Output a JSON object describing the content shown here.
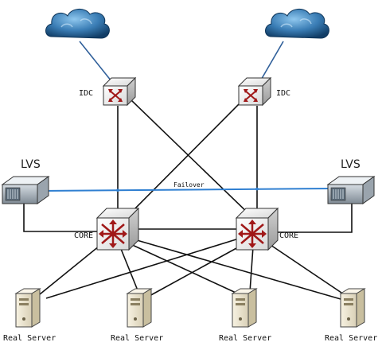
{
  "labels": {
    "idc_left": "IDC",
    "idc_right": "IDC",
    "lvs_left": "LVS",
    "lvs_right": "LVS",
    "core_left": "CORE",
    "core_right": "CORE",
    "failover": "Failover",
    "server_1": "Real Server",
    "server_2": "Real Server",
    "server_3": "Real Server",
    "server_4": "Real Server"
  },
  "colors": {
    "uplink": "#2f5f9a",
    "failover": "#2f7fd1",
    "line": "#111111",
    "cloud": "#1f5f93"
  },
  "icons": {
    "cloud": "cloud-icon",
    "router": "router-icon",
    "switch": "core-switch-icon",
    "lvs": "lvs-server-icon",
    "server": "tower-server-icon"
  }
}
